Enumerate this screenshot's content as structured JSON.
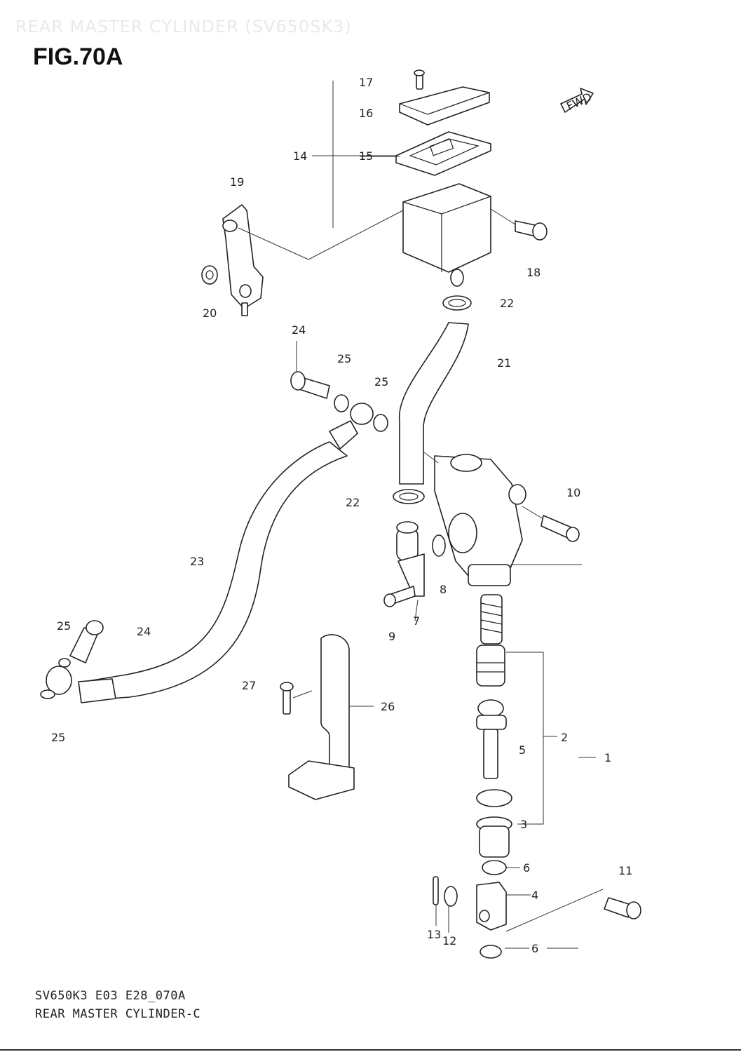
{
  "header": {
    "ghost_title": "REAR MASTER CYLINDER (SV650SK3)",
    "figure_title": "FIG.70A",
    "fwd_label": "FWD"
  },
  "footer": {
    "code": "SV650K3 E03 E28_070A",
    "name": "REAR MASTER CYLINDER-C"
  },
  "callouts": {
    "c17": "17",
    "c16": "16",
    "c14": "14",
    "c15": "15",
    "c19": "19",
    "c18": "18",
    "c20": "20",
    "c22a": "22",
    "c24a": "24",
    "c25a": "25",
    "c25b": "25",
    "c21": "21",
    "c22b": "22",
    "c10": "10",
    "c23": "23",
    "c8": "8",
    "c7": "7",
    "c9": "9",
    "c25c": "25",
    "c24b": "24",
    "c27": "27",
    "c26": "26",
    "c25d": "25",
    "c2": "2",
    "c5": "5",
    "c1": "1",
    "c3": "3",
    "c6a": "6",
    "c11": "11",
    "c4": "4",
    "c13": "13",
    "c12": "12",
    "c6b": "6"
  }
}
